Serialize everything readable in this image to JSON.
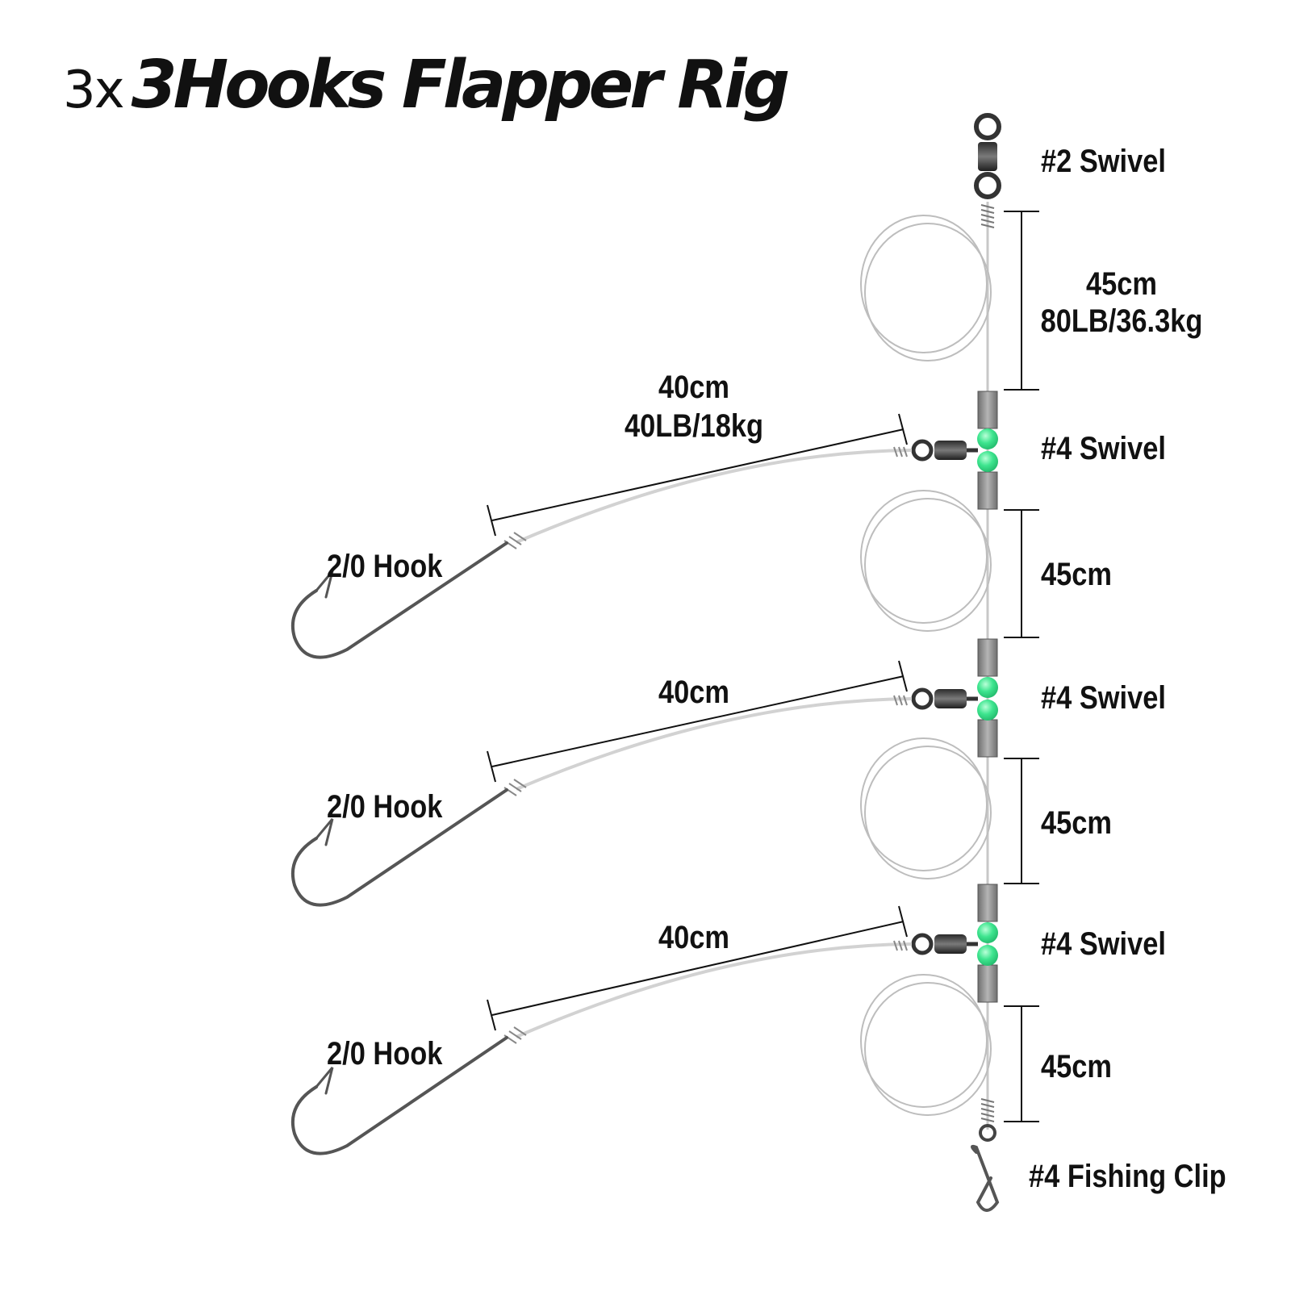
{
  "title": {
    "quantity": "3x",
    "name": "3Hooks Flapper Rig"
  },
  "components": {
    "top_swivel": "#2 Swivel",
    "main_line_length": "45cm",
    "main_line_strength": "80LB/36.3kg",
    "branch_length": "40cm",
    "branch_strength": "40LB/18kg",
    "mid_swivel_1": "#4 Swivel",
    "mid_swivel_2": "#4 Swivel",
    "mid_swivel_3": "#4 Swivel",
    "segment_2_length": "45cm",
    "segment_3_length": "45cm",
    "segment_4_length": "45cm",
    "branch_2_length": "40cm",
    "branch_3_length": "40cm",
    "hook_1": "2/0 Hook",
    "hook_2": "2/0 Hook",
    "hook_3": "2/0 Hook",
    "clip": "#4 Fishing Clip"
  },
  "colors": {
    "bead": "#3ee58f",
    "line": "#c8c8c8",
    "metal": "#6b6b6b",
    "sleeve": "#8a8a8a",
    "dimension": "#111111"
  }
}
